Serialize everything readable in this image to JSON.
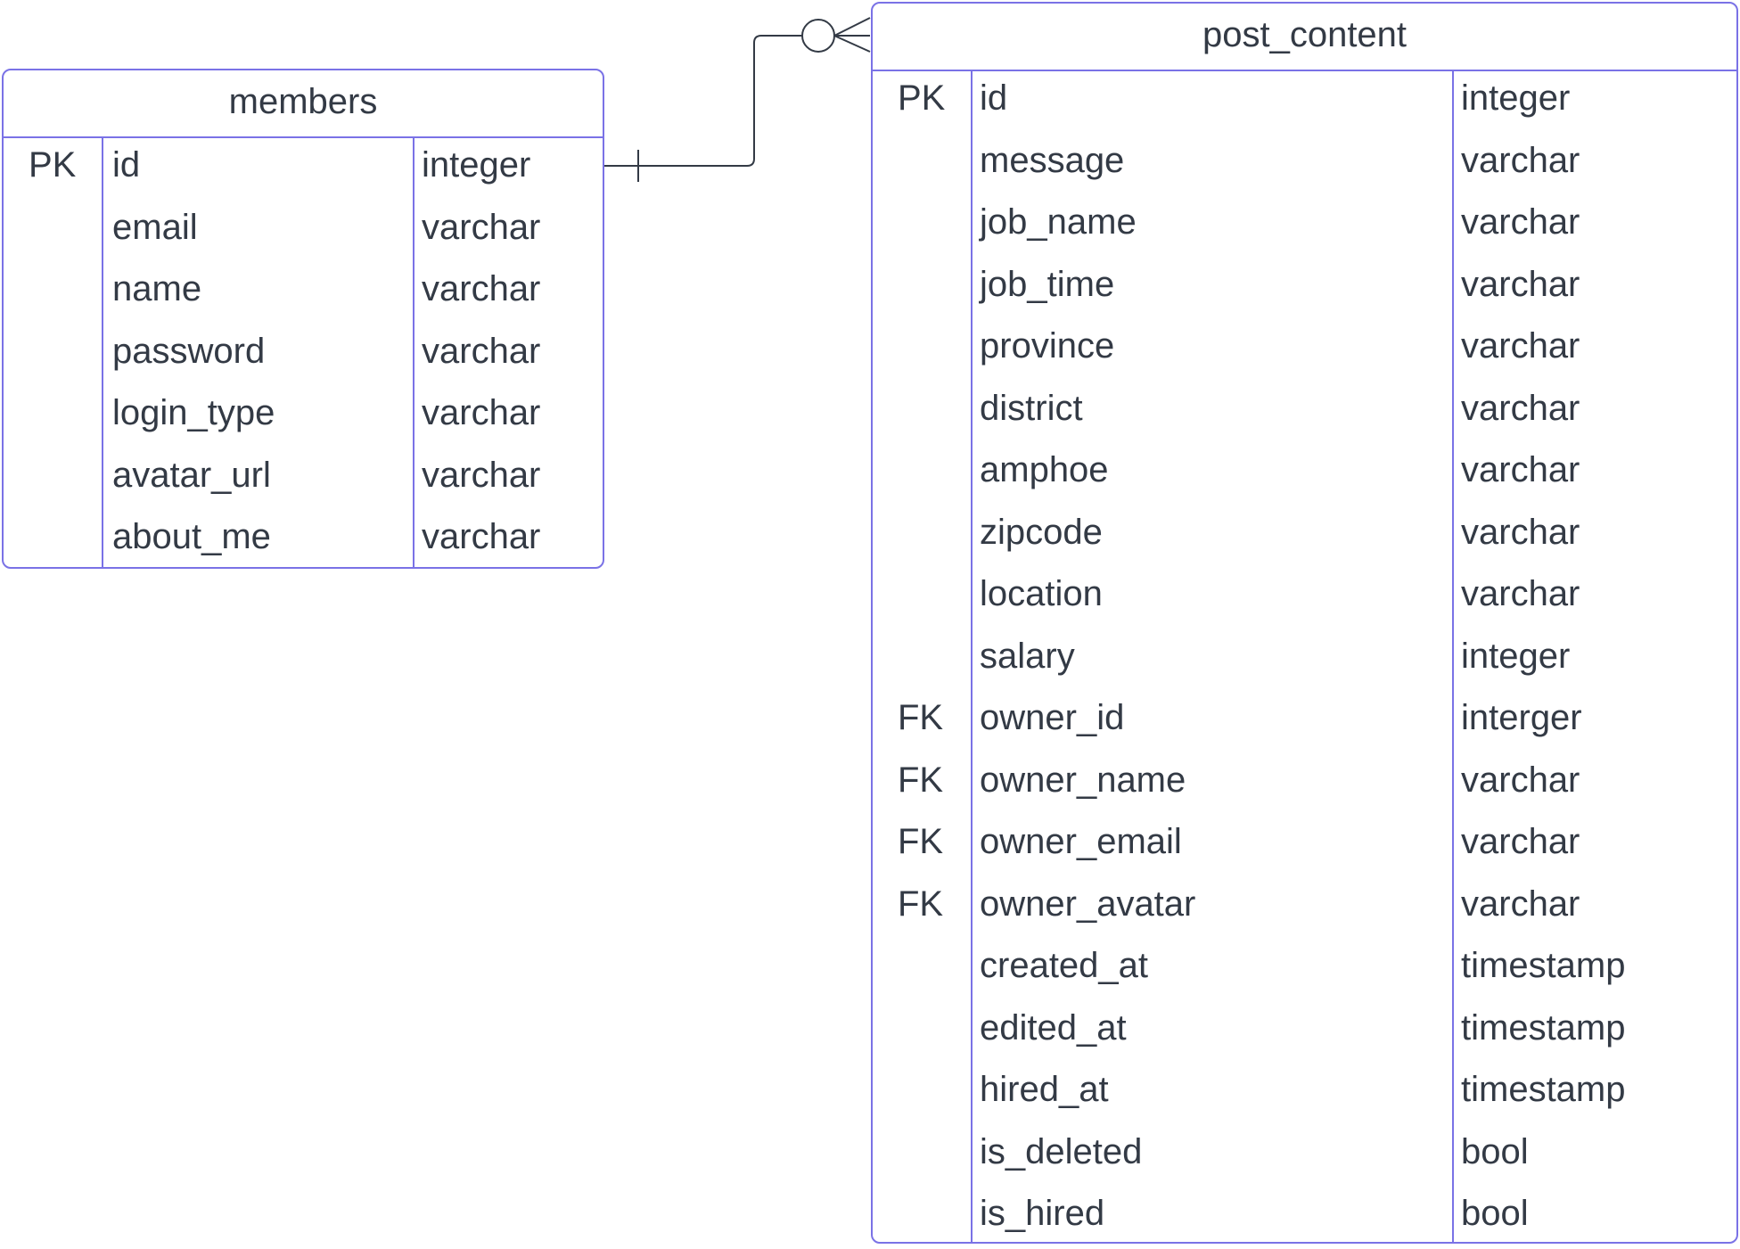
{
  "colors": {
    "border": "#7a72e6",
    "text": "#333a45",
    "connector": "#333a45"
  },
  "entities": {
    "members": {
      "title": "members",
      "rows": [
        {
          "key": "PK",
          "name": "id",
          "type": "integer"
        },
        {
          "key": "",
          "name": "email",
          "type": "varchar"
        },
        {
          "key": "",
          "name": "name",
          "type": "varchar"
        },
        {
          "key": "",
          "name": "password",
          "type": "varchar"
        },
        {
          "key": "",
          "name": "login_type",
          "type": "varchar"
        },
        {
          "key": "",
          "name": "avatar_url",
          "type": "varchar"
        },
        {
          "key": "",
          "name": "about_me",
          "type": "varchar"
        }
      ]
    },
    "post_content": {
      "title": "post_content",
      "rows": [
        {
          "key": "PK",
          "name": "id",
          "type": "integer"
        },
        {
          "key": "",
          "name": "message",
          "type": "varchar"
        },
        {
          "key": "",
          "name": "job_name",
          "type": "varchar"
        },
        {
          "key": "",
          "name": "job_time",
          "type": "varchar"
        },
        {
          "key": "",
          "name": "province",
          "type": "varchar"
        },
        {
          "key": "",
          "name": "district",
          "type": "varchar"
        },
        {
          "key": "",
          "name": "amphoe",
          "type": "varchar"
        },
        {
          "key": "",
          "name": "zipcode",
          "type": "varchar"
        },
        {
          "key": "",
          "name": "location",
          "type": "varchar"
        },
        {
          "key": "",
          "name": "salary",
          "type": "integer"
        },
        {
          "key": "FK",
          "name": "owner_id",
          "type": "interger"
        },
        {
          "key": "FK",
          "name": "owner_name",
          "type": "varchar"
        },
        {
          "key": "FK",
          "name": "owner_email",
          "type": "varchar"
        },
        {
          "key": "FK",
          "name": "owner_avatar",
          "type": "varchar"
        },
        {
          "key": "",
          "name": "created_at",
          "type": "timestamp"
        },
        {
          "key": "",
          "name": "edited_at",
          "type": "timestamp"
        },
        {
          "key": "",
          "name": "hired_at",
          "type": "timestamp"
        },
        {
          "key": "",
          "name": "is_deleted",
          "type": "bool"
        },
        {
          "key": "",
          "name": "is_hired",
          "type": "bool"
        }
      ]
    }
  },
  "relationship": {
    "from": "members",
    "to": "post_content",
    "from_cardinality": "one",
    "to_cardinality": "zero-or-many"
  }
}
